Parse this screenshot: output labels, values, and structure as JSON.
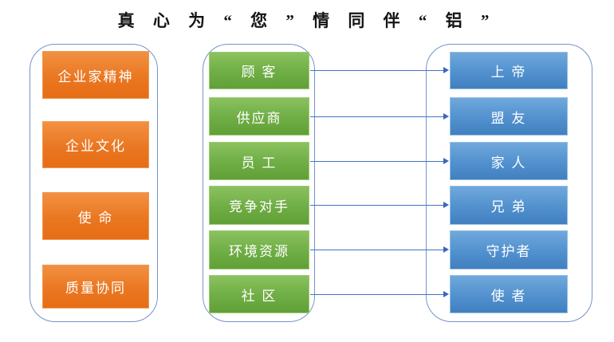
{
  "title": "真 心  为  “ 您 ”  情 同 伴 “ 铝 ”",
  "columns": {
    "left": {
      "name": "values",
      "items": [
        "企业家精神",
        "企业文化",
        "使  命",
        "质量协同"
      ]
    },
    "middle": {
      "name": "stakeholders",
      "items": [
        "顾  客",
        "供应商",
        "员  工",
        "竞争对手",
        "环境资源",
        "社  区"
      ]
    },
    "right": {
      "name": "roles",
      "items": [
        "上  帝",
        "盟  友",
        "家  人",
        "兄  弟",
        "守护者",
        "使  者"
      ]
    }
  },
  "connections": [
    {
      "from": "顾客",
      "to": "上帝"
    },
    {
      "from": "供应商",
      "to": "盟友"
    },
    {
      "from": "员工",
      "to": "家人"
    },
    {
      "from": "竞争对手",
      "to": "兄弟"
    },
    {
      "from": "环境资源",
      "to": "守护者"
    },
    {
      "from": "社区",
      "to": "使者"
    }
  ],
  "colors": {
    "orange_node": "#ED7D31",
    "green_node": "#70AD47",
    "blue_node": "#5B9BD5",
    "arrow": "#4472C4",
    "panel_border": "#7593C7",
    "title_text": "#151515",
    "node_text": "#FFFFFF",
    "background": "#FFFFFF"
  }
}
